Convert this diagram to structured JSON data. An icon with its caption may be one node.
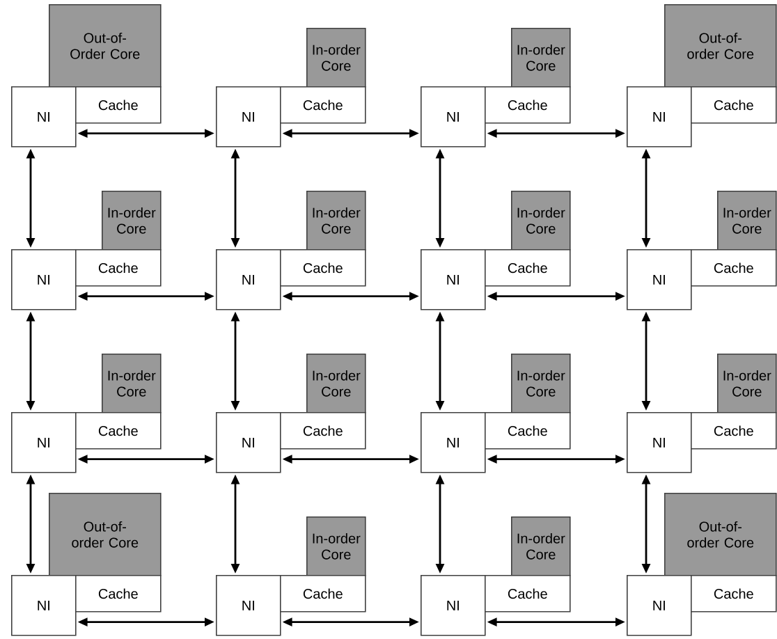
{
  "diagram": {
    "nodes": [
      {
        "text": [
          "Out-of-Order Core"
        ]
      },
      {
        "text": [
          "NI"
        ]
      },
      {
        "text": [
          "Cache"
        ]
      },
      {
        "text": [
          "In-order Core"
        ]
      },
      {
        "text": [
          "NI"
        ]
      },
      {
        "text": [
          "Cache"
        ]
      },
      {
        "text": [
          "In-order Core"
        ]
      },
      {
        "text": [
          "NI"
        ]
      },
      {
        "text": [
          "Cache"
        ]
      },
      {
        "text": [
          "Out-of-order Core"
        ]
      },
      {
        "text": [
          "NI"
        ]
      },
      {
        "text": [
          "Cache"
        ]
      },
      {
        "text": [
          "In-order Core"
        ]
      },
      {
        "text": [
          "NI"
        ]
      },
      {
        "text": [
          "Cache"
        ]
      },
      {
        "text": [
          "In-order Core"
        ]
      },
      {
        "text": [
          "NI"
        ]
      },
      {
        "text": [
          "Cache"
        ]
      },
      {
        "text": [
          "In-order Core"
        ]
      },
      {
        "text": [
          "NI"
        ]
      },
      {
        "text": [
          "Cache"
        ]
      },
      {
        "text": [
          "In-order Core"
        ]
      },
      {
        "text": [
          "NI"
        ]
      },
      {
        "text": [
          "Cache"
        ]
      },
      {
        "text": [
          "In-order Core"
        ]
      },
      {
        "text": [
          "NI"
        ]
      },
      {
        "text": [
          "Cache"
        ]
      },
      {
        "text": [
          "In-order Core"
        ]
      },
      {
        "text": [
          "NI"
        ]
      },
      {
        "text": [
          "Cache"
        ]
      },
      {
        "text": [
          "In-order Core"
        ]
      },
      {
        "text": [
          "NI"
        ]
      },
      {
        "text": [
          "Cache"
        ]
      },
      {
        "text": [
          "In-order Core"
        ]
      },
      {
        "text": [
          "NI"
        ]
      },
      {
        "text": [
          "Cache"
        ]
      },
      {
        "text": [
          "Out-of-order Core"
        ]
      },
      {
        "text": [
          "NI"
        ]
      },
      {
        "text": [
          "Cache"
        ]
      },
      {
        "text": [
          "In-order Core"
        ]
      },
      {
        "text": [
          "NI"
        ]
      },
      {
        "text": [
          "Cache"
        ]
      },
      {
        "text": [
          "In-order Core"
        ]
      },
      {
        "text": [
          "NI"
        ]
      },
      {
        "text": [
          "Cache"
        ]
      },
      {
        "text": [
          "Out-of-order Core"
        ]
      },
      {
        "text": [
          "NI"
        ]
      },
      {
        "text": [
          "Cache"
        ]
      }
    ],
    "edges": [
      {
        "from": 1,
        "to": 4,
        "arrow": "both"
      },
      {
        "from": 4,
        "to": 7,
        "arrow": "both"
      },
      {
        "from": 7,
        "to": 10,
        "arrow": "both"
      },
      {
        "from": 1,
        "to": 13,
        "arrow": "both"
      },
      {
        "from": 4,
        "to": 16,
        "arrow": "both"
      },
      {
        "from": 7,
        "to": 19,
        "arrow": "both"
      },
      {
        "from": 10,
        "to": 22,
        "arrow": "both"
      },
      {
        "from": 13,
        "to": 16,
        "arrow": "both"
      },
      {
        "from": 16,
        "to": 19,
        "arrow": "both"
      },
      {
        "from": 19,
        "to": 22,
        "arrow": "both"
      },
      {
        "from": 13,
        "to": 25,
        "arrow": "both"
      },
      {
        "from": 16,
        "to": 28,
        "arrow": "both"
      },
      {
        "from": 19,
        "to": 31,
        "arrow": "both"
      },
      {
        "from": 22,
        "to": 34,
        "arrow": "both"
      },
      {
        "from": 25,
        "to": 28,
        "arrow": "both"
      },
      {
        "from": 28,
        "to": 31,
        "arrow": "both"
      },
      {
        "from": 31,
        "to": 34,
        "arrow": "both"
      },
      {
        "from": 25,
        "to": 37,
        "arrow": "both"
      },
      {
        "from": 28,
        "to": 40,
        "arrow": "both"
      },
      {
        "from": 31,
        "to": 43,
        "arrow": "both"
      },
      {
        "from": 34,
        "to": 46,
        "arrow": "both"
      },
      {
        "from": 37,
        "to": 40,
        "arrow": "both"
      },
      {
        "from": 40,
        "to": 43,
        "arrow": "both"
      },
      {
        "from": 43,
        "to": 46,
        "arrow": "both"
      }
    ]
  }
}
